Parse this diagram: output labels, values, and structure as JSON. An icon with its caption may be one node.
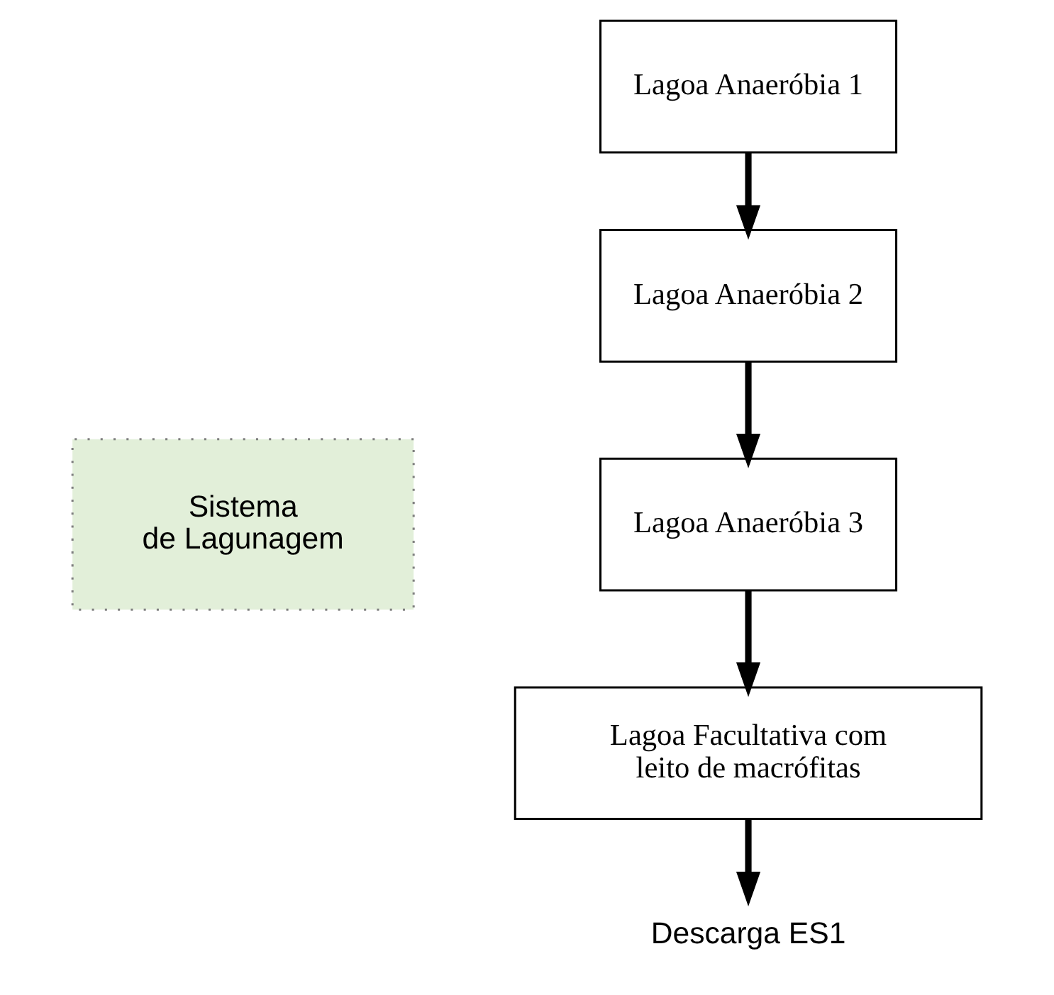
{
  "diagram": {
    "nodes": [
      {
        "text": [
          "Sistema de Lagunagem"
        ]
      },
      {
        "text": [
          "Lagoa Anaeróbia 1"
        ]
      },
      {
        "text": [
          "Lagoa Anaeróbia 2"
        ]
      },
      {
        "text": [
          "Lagoa Anaeróbia 3"
        ]
      },
      {
        "text": [
          "Lagoa Facultativa com leito de macrófitas"
        ]
      },
      {
        "text": [
          "Descarga ES1"
        ]
      }
    ],
    "edges": [
      {
        "from": 1,
        "to": 2,
        "arrow": "to"
      },
      {
        "from": 2,
        "to": 3,
        "arrow": "to"
      },
      {
        "from": 3,
        "to": 4,
        "arrow": "to"
      },
      {
        "from": 4,
        "to": 5,
        "arrow": "to"
      }
    ]
  }
}
